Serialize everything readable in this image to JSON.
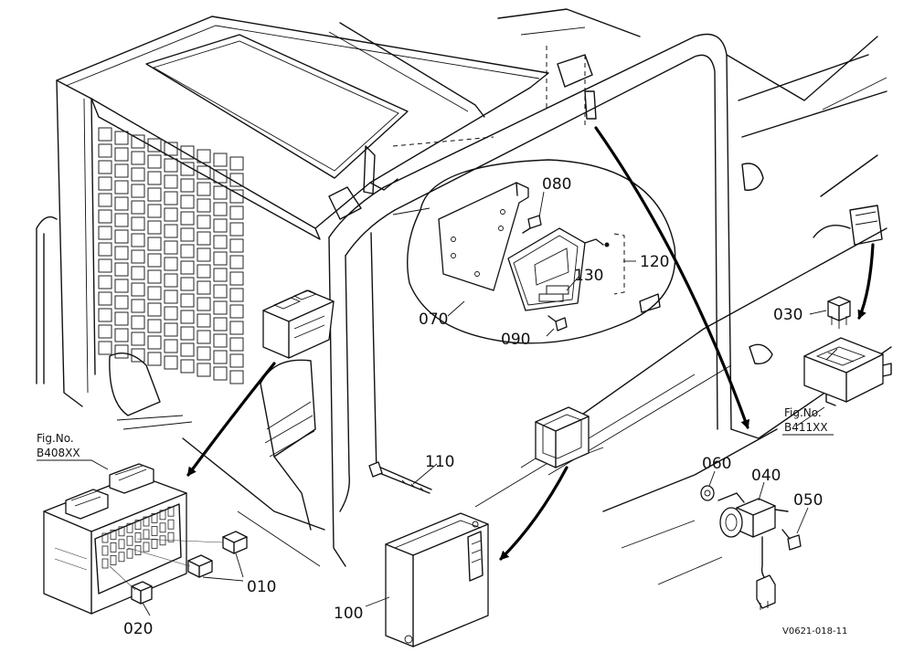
{
  "callouts": {
    "p010": "010",
    "p020": "020",
    "p030": "030",
    "p040": "040",
    "p050": "050",
    "p060": "060",
    "p070": "070",
    "p080": "080",
    "p090": "090",
    "p100": "100",
    "p110": "110",
    "p120": "120",
    "p130": "130"
  },
  "figure_refs": {
    "left_caption": "Fig.No.",
    "left_number": "B408XX",
    "right_caption": "Fig.No.",
    "right_number": "B411XX"
  },
  "drawing_code": "V0621-018-11"
}
